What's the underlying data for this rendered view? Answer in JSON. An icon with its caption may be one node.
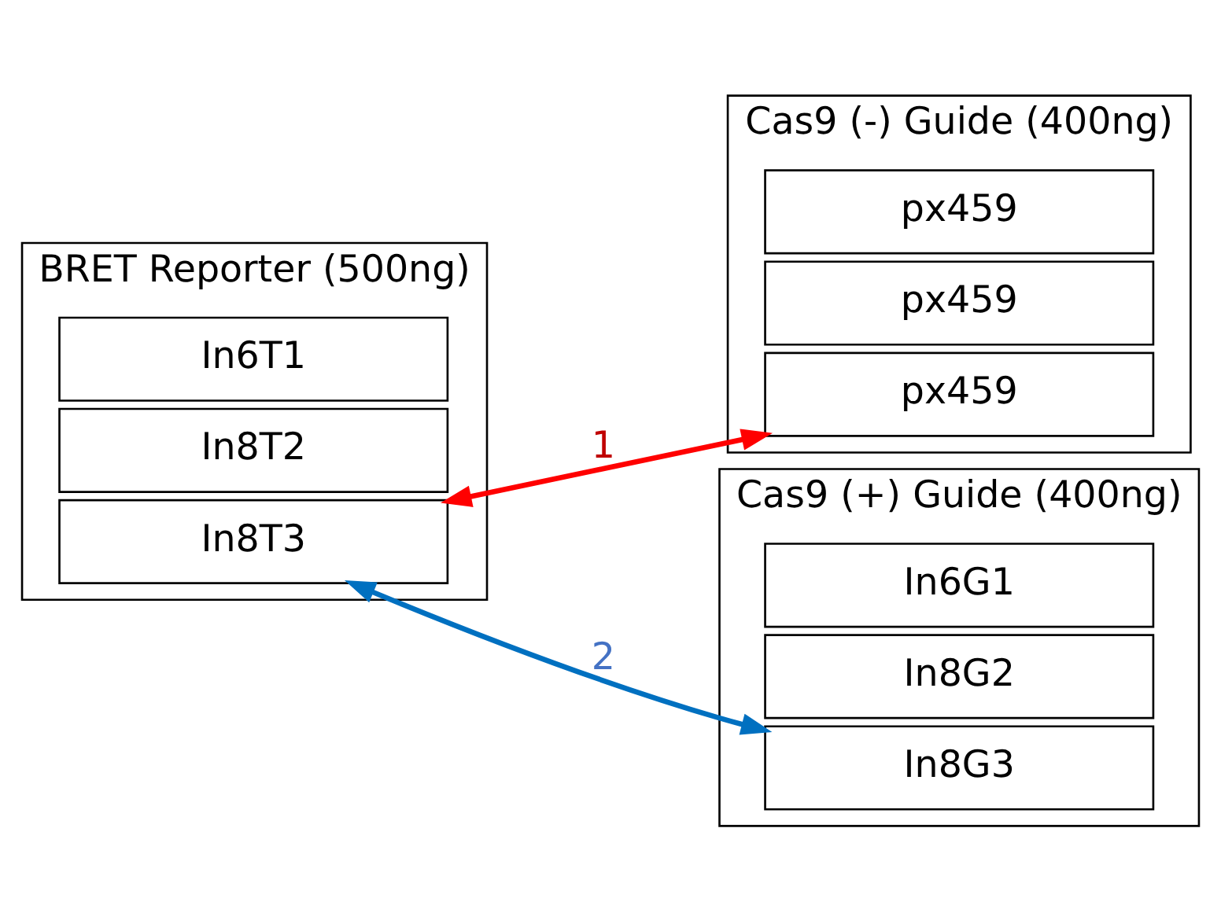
{
  "diagram": {
    "nodes": [
      {
        "text": [
          "BRET Reporter (500ng)"
        ]
      },
      {
        "text": [
          "In6T1"
        ],
        "in": 0
      },
      {
        "text": [
          "In8T2"
        ],
        "in": 0
      },
      {
        "text": [
          "In8T3"
        ],
        "in": 0
      },
      {
        "text": [
          "Cas9 (-) Guide (400ng)"
        ]
      },
      {
        "text": [
          "px459"
        ],
        "in": 4
      },
      {
        "text": [
          "px459"
        ],
        "in": 4
      },
      {
        "text": [
          "px459"
        ],
        "in": 4
      },
      {
        "text": [
          "Cas9 (+) Guide (400ng)"
        ]
      },
      {
        "text": [
          "In6G1"
        ],
        "in": 8
      },
      {
        "text": [
          "In8G2"
        ],
        "in": 8
      },
      {
        "text": [
          "In8G3"
        ],
        "in": 8
      }
    ],
    "edges": [
      {
        "from": 3,
        "to": 7,
        "arrow": "both",
        "label": "1",
        "color": "#ff0000"
      },
      {
        "from": 3,
        "to": 11,
        "arrow": "both",
        "label": "2",
        "color": "#0070c0"
      }
    ]
  }
}
